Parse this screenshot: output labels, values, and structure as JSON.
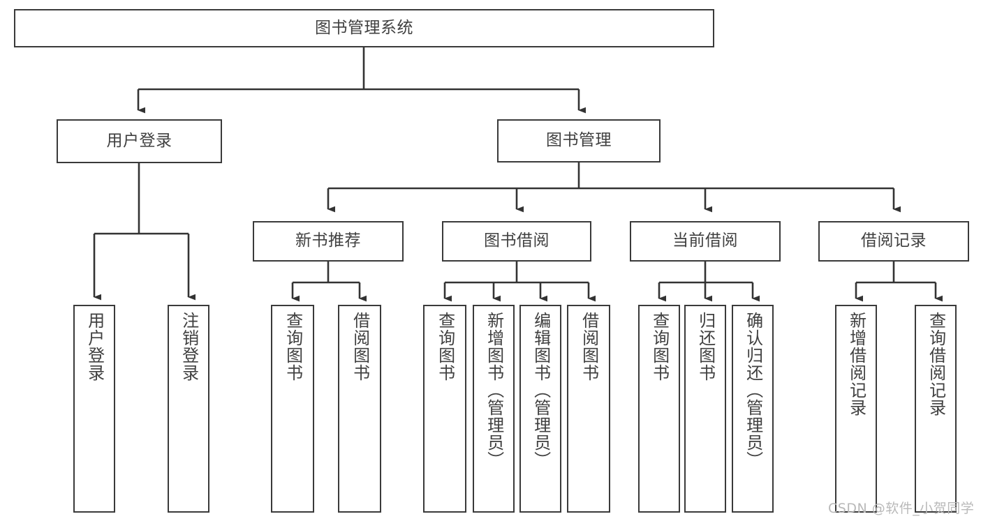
{
  "diagram": {
    "title": "图书管理系统",
    "type": "tree",
    "theme": {
      "background": "#ffffff",
      "border_color": "#3a3a3a",
      "text_color": "#404040",
      "watermark_color": "#b9b9b9"
    },
    "watermark": "CSDN @软件_小贺同学",
    "nodes": {
      "root": {
        "label": "图书管理系统"
      },
      "level2": [
        {
          "id": "user-login",
          "label": "用户登录"
        },
        {
          "id": "book-manage",
          "label": "图书管理"
        }
      ],
      "level3": [
        {
          "id": "new-book-recommend",
          "label": "新书推荐"
        },
        {
          "id": "book-borrow",
          "label": "图书借阅"
        },
        {
          "id": "current-borrow",
          "label": "当前借阅"
        },
        {
          "id": "borrow-record",
          "label": "借阅记录"
        }
      ],
      "leaves": {
        "user_login": [
          {
            "id": "leaf-user-login",
            "label": "用户登录"
          },
          {
            "id": "leaf-logout-login",
            "label": "注销登录"
          }
        ],
        "new_book_recommend": [
          {
            "id": "leaf-query-book-1",
            "label": "查询图书"
          },
          {
            "id": "leaf-borrow-book-1",
            "label": "借阅图书"
          }
        ],
        "book_borrow": [
          {
            "id": "leaf-query-book-2",
            "label": "查询图书"
          },
          {
            "id": "leaf-add-book",
            "label": "新增图书（管理员）"
          },
          {
            "id": "leaf-edit-book",
            "label": "编辑图书（管理员）"
          },
          {
            "id": "leaf-borrow-book-2",
            "label": "借阅图书"
          }
        ],
        "current_borrow": [
          {
            "id": "leaf-query-book-3",
            "label": "查询图书"
          },
          {
            "id": "leaf-return-book",
            "label": "归还图书"
          },
          {
            "id": "leaf-confirm-return",
            "label": "确认归还（管理员）"
          }
        ],
        "borrow_record": [
          {
            "id": "leaf-add-borrow-record",
            "label": "新增借阅记录"
          },
          {
            "id": "leaf-query-borrow-record",
            "label": "查询借阅记录"
          }
        ]
      }
    }
  }
}
